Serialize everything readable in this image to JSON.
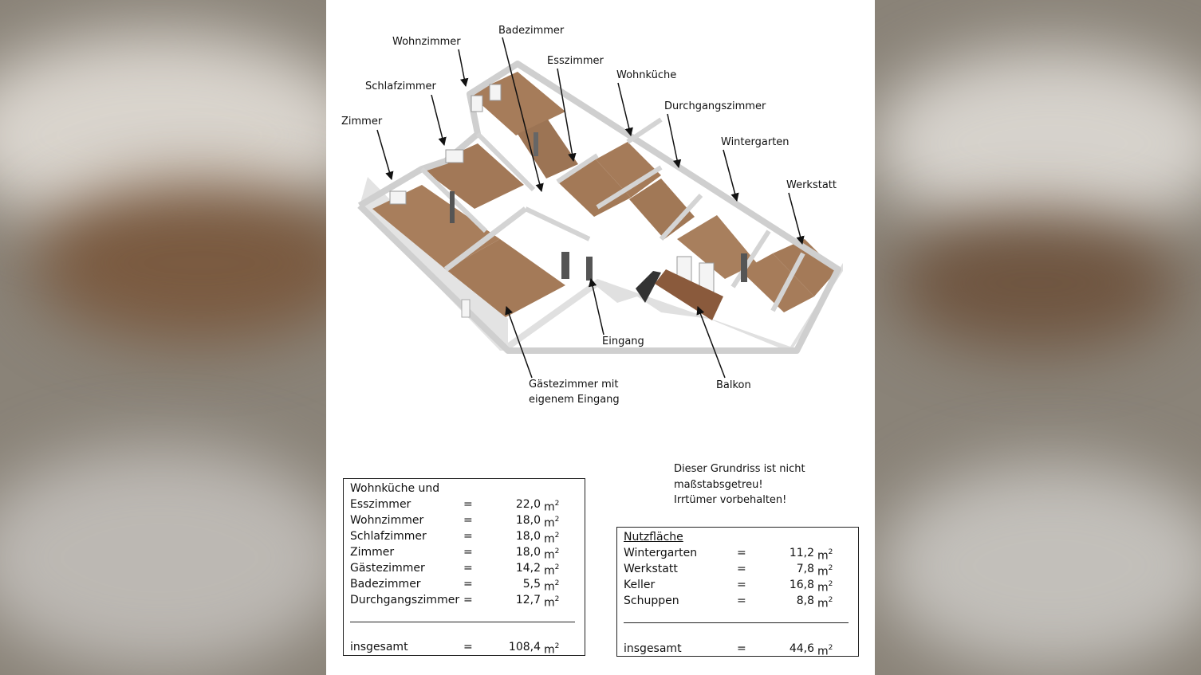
{
  "colors": {
    "floor": "#a07a5a",
    "wall": "#e8e8e8",
    "balcony": "#8a5a3c",
    "text": "#111111"
  },
  "labels": {
    "wohnzimmer": "Wohnzimmer",
    "badezimmer": "Badezimmer",
    "esszimmer": "Esszimmer",
    "wohnkueche": "Wohnküche",
    "schlafzimmer": "Schlafzimmer",
    "durchgangszimmer": "Durchgangszimmer",
    "zimmer": "Zimmer",
    "wintergarten": "Wintergarten",
    "werkstatt": "Werkstatt",
    "eingang": "Eingang",
    "balkon": "Balkon",
    "gaestezimmer_1": "Gästezimmer mit",
    "gaestezimmer_2": "eigenem Eingang"
  },
  "note": {
    "line1": "Dieser Grundriss ist nicht",
    "line2": "maßstabsgetreu!",
    "line3": "Irrtümer vorbehalten!"
  },
  "wohnflaeche": {
    "heading": "Wohnküche und",
    "rows": [
      {
        "name": "Esszimmer",
        "eq": "=",
        "value": "22,0",
        "unit": "m",
        "exp": "2"
      },
      {
        "name": "Wohnzimmer",
        "eq": "=",
        "value": "18,0",
        "unit": "m",
        "exp": "2"
      },
      {
        "name": "Schlafzimmer",
        "eq": "=",
        "value": "18,0",
        "unit": "m",
        "exp": "2"
      },
      {
        "name": "Zimmer",
        "eq": "=",
        "value": "18,0",
        "unit": "m",
        "exp": "2"
      },
      {
        "name": "Gästezimmer",
        "eq": "=",
        "value": "14,2",
        "unit": "m",
        "exp": "2"
      },
      {
        "name": "Badezimmer",
        "eq": "=",
        "value": "5,5",
        "unit": "m",
        "exp": "2"
      },
      {
        "name": "Durchgangszimmer",
        "eq": "=",
        "value": "12,7",
        "unit": "m",
        "exp": "2"
      }
    ],
    "total": {
      "name": "insgesamt",
      "eq": "=",
      "value": "108,4",
      "unit": "m",
      "exp": "2"
    }
  },
  "nutzflaeche": {
    "heading": "Nutzfläche",
    "rows": [
      {
        "name": "Wintergarten",
        "eq": "=",
        "value": "11,2",
        "unit": "m",
        "exp": "2"
      },
      {
        "name": "Werkstatt",
        "eq": "=",
        "value": "7,8",
        "unit": "m",
        "exp": "2"
      },
      {
        "name": "Keller",
        "eq": "=",
        "value": "16,8",
        "unit": "m",
        "exp": "2"
      },
      {
        "name": "Schuppen",
        "eq": "=",
        "value": "8,8",
        "unit": "m",
        "exp": "2"
      }
    ],
    "total": {
      "name": "insgesamt",
      "eq": "=",
      "value": "44,6",
      "unit": "m",
      "exp": "2"
    }
  }
}
